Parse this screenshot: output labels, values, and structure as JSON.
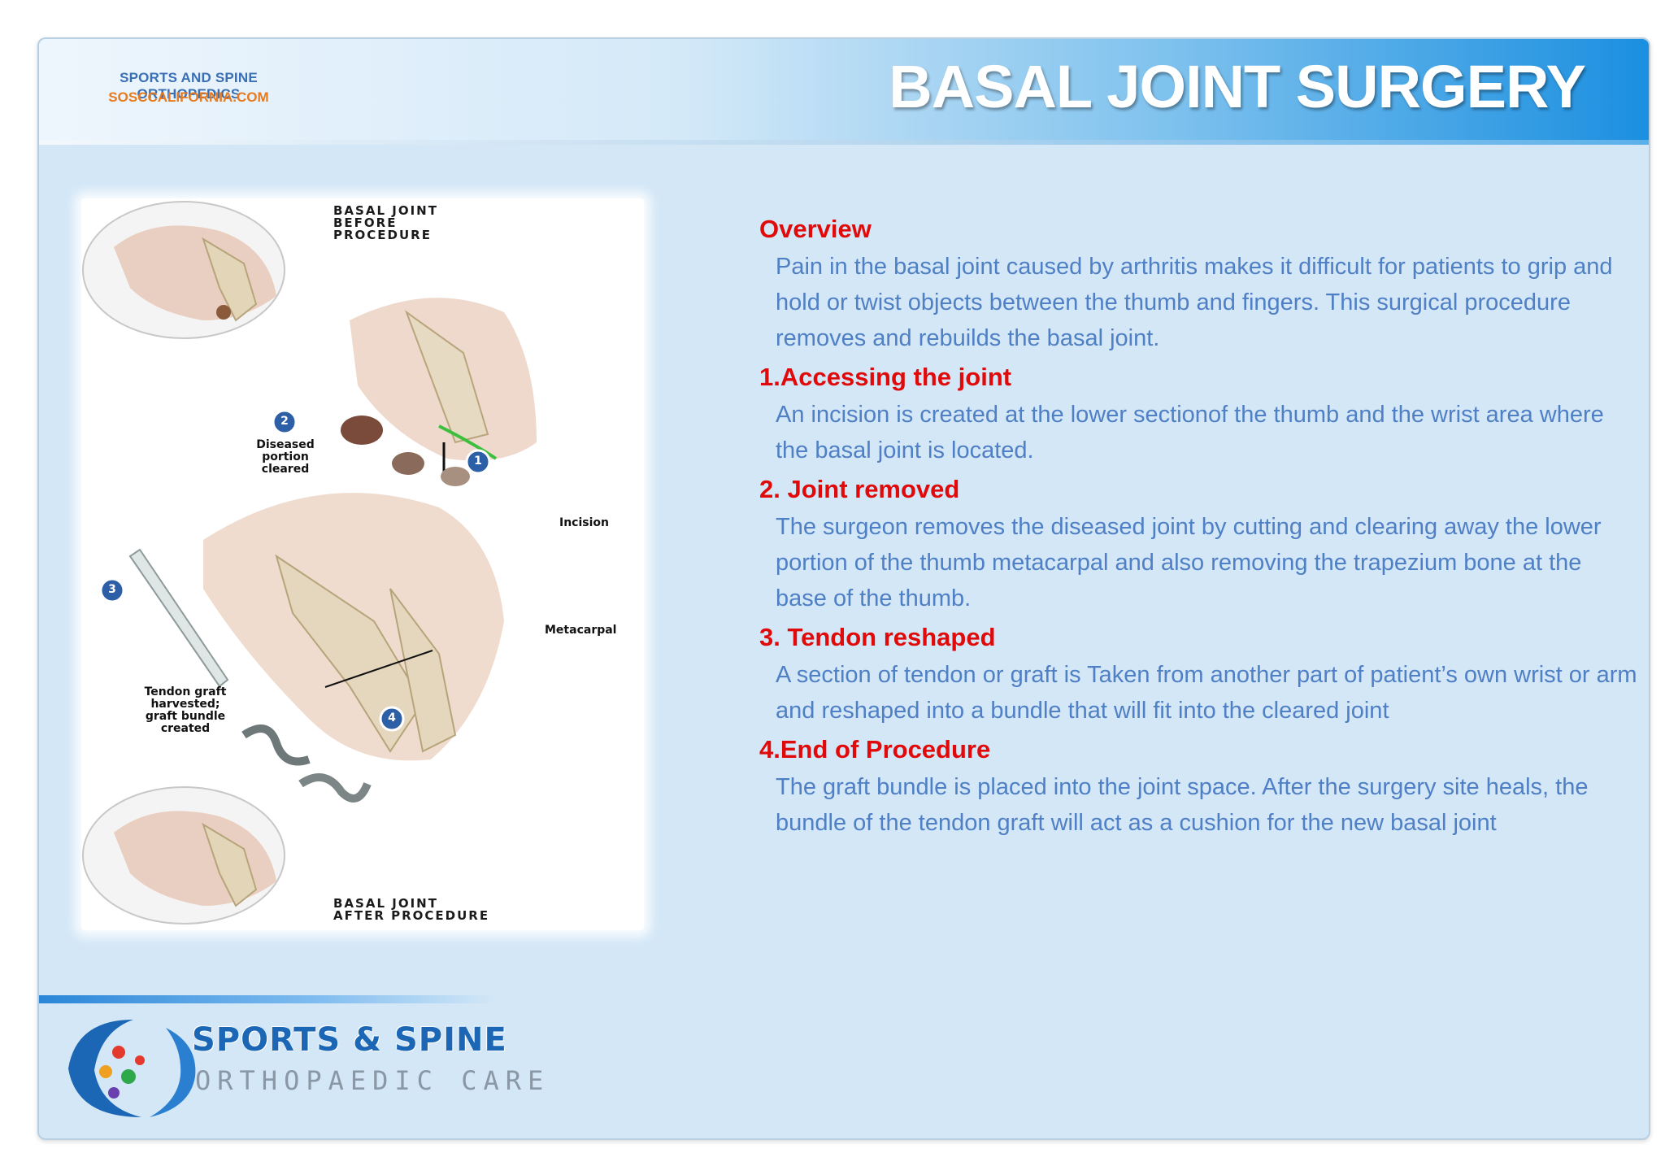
{
  "header": {
    "brand_name": "SPORTS AND SPINE ORTHOPEDICS",
    "brand_url": "SOSCCALIFORNIA.COM",
    "title": "BASAL JOINT SURGERY"
  },
  "illustration": {
    "caption_before": [
      "BASAL JOINT",
      "BEFORE",
      "PROCEDURE"
    ],
    "caption_after": [
      "BASAL JOINT",
      "AFTER PROCEDURE"
    ],
    "step_badges": [
      "1",
      "2",
      "3",
      "4"
    ],
    "label_diseased": [
      "Diseased",
      "portion",
      "cleared"
    ],
    "label_incision": "Incision",
    "label_metacarpal": "Metacarpal",
    "label_tendon": [
      "Tendon graft",
      "harvested;",
      "graft bundle",
      "created"
    ]
  },
  "sections": [
    {
      "title": "Overview",
      "body": " Pain in the basal  joint caused by arthritis makes it difficult for patients to grip and hold or twist objects between the thumb and fingers. This surgical procedure  removes and rebuilds the basal joint."
    },
    {
      "title": "1.Accessing the joint",
      "body": "An incision is created at the lower sectionof the thumb and the wrist area where the basal joint is located."
    },
    {
      "title": "2. Joint removed",
      "body": "The surgeon removes the diseased joint by cutting and clearing away the lower portion of the thumb metacarpal and also removing the trapezium bone at the base of the thumb."
    },
    {
      "title": "3. Tendon reshaped",
      "body": "A section of tendon or graft  is Taken from another part of patient’s own wrist  or arm and reshaped into a bundle that will  fit into the cleared joint"
    },
    {
      "title": "4.End of Procedure",
      "body": "The graft bundle is placed into the joint space. After the surgery site heals, the bundle of the tendon graft will act as a cushion for the new basal joint"
    }
  ],
  "footer": {
    "logo_line1": "SPORTS & SPINE",
    "logo_line2": "ORTHOPAEDIC CARE"
  }
}
